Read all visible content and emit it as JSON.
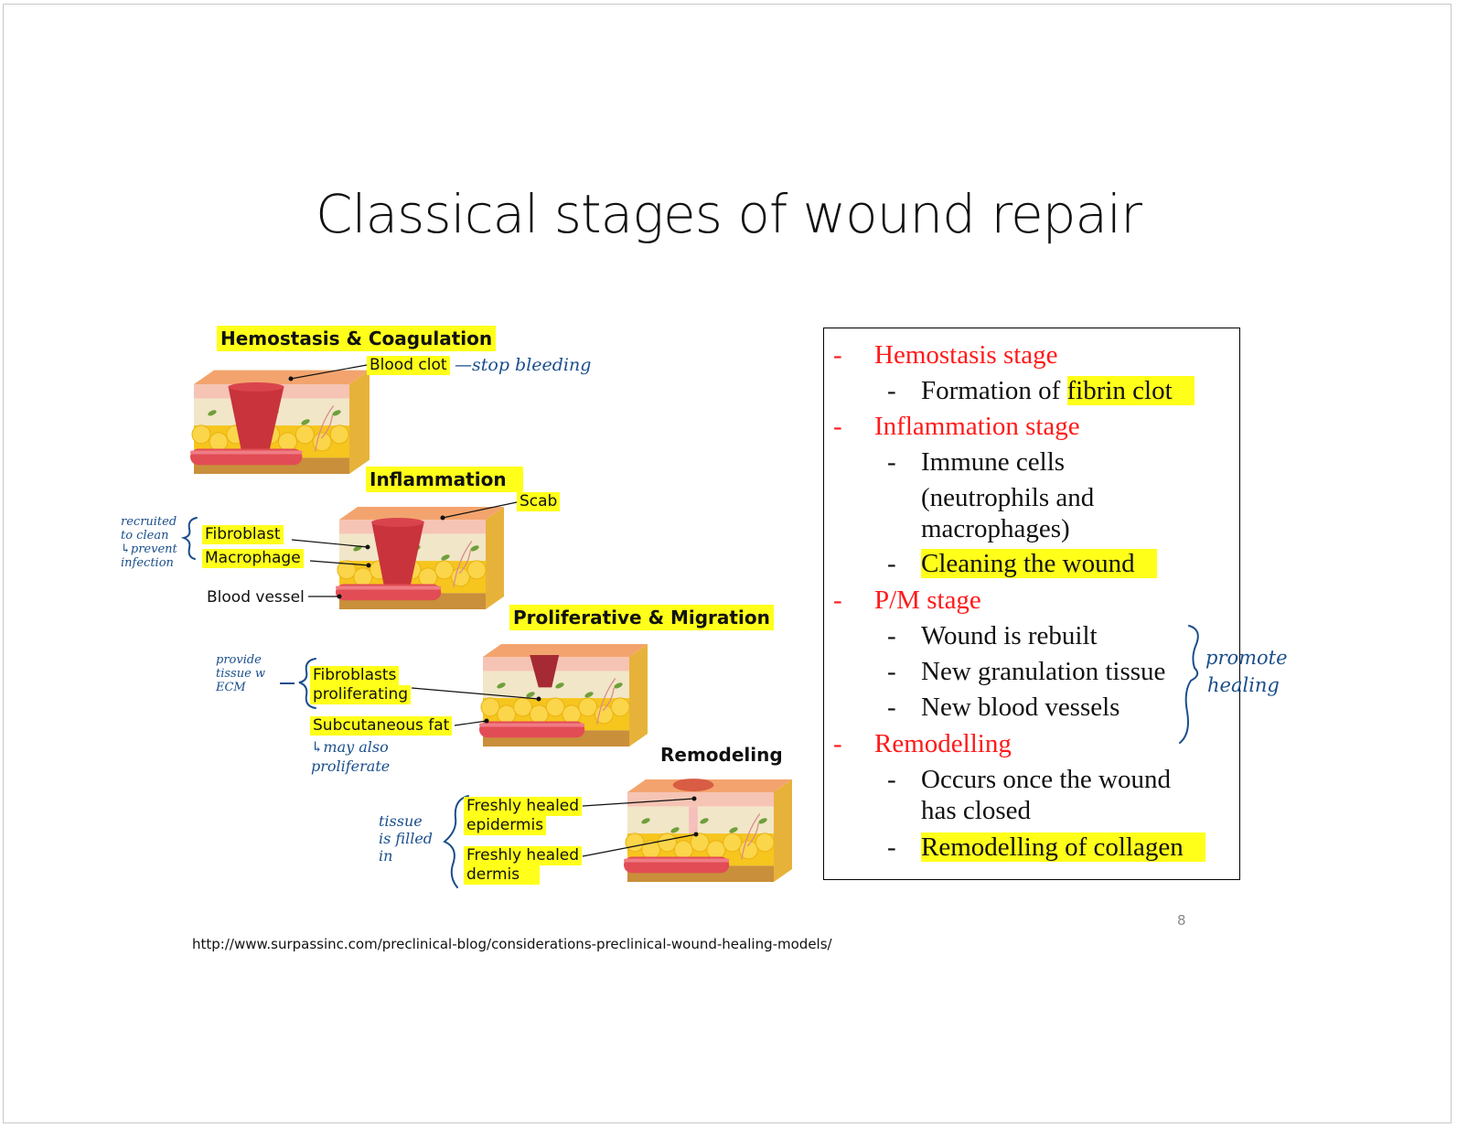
{
  "slide": {
    "title": "Classical stages of wound repair",
    "page_number": "8",
    "source_url": "http://www.surpassinc.com/preclinical-blog/considerations-preclinical-wound-healing-models/"
  },
  "figure": {
    "stages": [
      {
        "heading": "Hemostasis & Coagulation",
        "labels": [
          "Blood clot"
        ],
        "annotation": "—stop bleeding"
      },
      {
        "heading": "Inflammation",
        "labels": [
          "Scab",
          "Fibroblast",
          "Macrophage",
          "Blood vessel"
        ],
        "annotation_lines": [
          "recruited",
          "to clean",
          "↳prevent",
          "infection"
        ]
      },
      {
        "heading": "Proliferative & Migration",
        "labels": [
          "Fibroblasts",
          "proliferating",
          "Subcutaneous fat"
        ],
        "annotation_lines": [
          "provide",
          "tissue w",
          "ECM"
        ],
        "annotation2_lines": [
          "↳may also",
          "proliferate"
        ]
      },
      {
        "heading": "Remodeling",
        "labels": [
          "Freshly healed",
          "epidermis",
          "Freshly healed",
          "dermis"
        ],
        "annotation_lines": [
          "tissue",
          "is filled",
          "in"
        ]
      }
    ],
    "colors": {
      "highlight": "#ffff1a",
      "skin_top": "#f3a46e",
      "epidermis": "#f6c4b4",
      "dermis": "#f1e6c8",
      "fat": "#f6c51e",
      "vessel": "#e24c55",
      "clot": "#c8333c",
      "base": "#c98f3b",
      "ink": "#1a4e8c"
    }
  },
  "summary": {
    "items": [
      {
        "level": 1,
        "bullet": "-",
        "text": "Hemostasis stage",
        "color": "red"
      },
      {
        "level": 2,
        "bullet": "-",
        "text": "Formation of ",
        "highlight": "fibrin clot"
      },
      {
        "level": 1,
        "bullet": "-",
        "text": "Inflammation stage",
        "color": "red"
      },
      {
        "level": 2,
        "bullet": "-",
        "text": "Immune cells"
      },
      {
        "level": 2,
        "bullet": "",
        "text": "(neutrophils and"
      },
      {
        "level": 2,
        "bullet": "",
        "text": "macrophages)"
      },
      {
        "level": 2,
        "bullet": "-",
        "text": "",
        "highlight": "Cleaning the wound"
      },
      {
        "level": 1,
        "bullet": "-",
        "text": "P/M  stage",
        "color": "red"
      },
      {
        "level": 2,
        "bullet": "-",
        "text": "Wound is rebuilt"
      },
      {
        "level": 2,
        "bullet": "-",
        "text": "New granulation tissue"
      },
      {
        "level": 2,
        "bullet": "-",
        "text": "New blood vessels"
      },
      {
        "level": 1,
        "bullet": "-",
        "text": "Remodelling",
        "color": "red"
      },
      {
        "level": 2,
        "bullet": "-",
        "text": "Occurs once the wound"
      },
      {
        "level": 2,
        "bullet": "",
        "text": "has closed"
      },
      {
        "level": 2,
        "bullet": "-",
        "text": "",
        "highlight": "Remodelling of collagen"
      }
    ],
    "annotation_lines": [
      "promote",
      "healing"
    ]
  }
}
